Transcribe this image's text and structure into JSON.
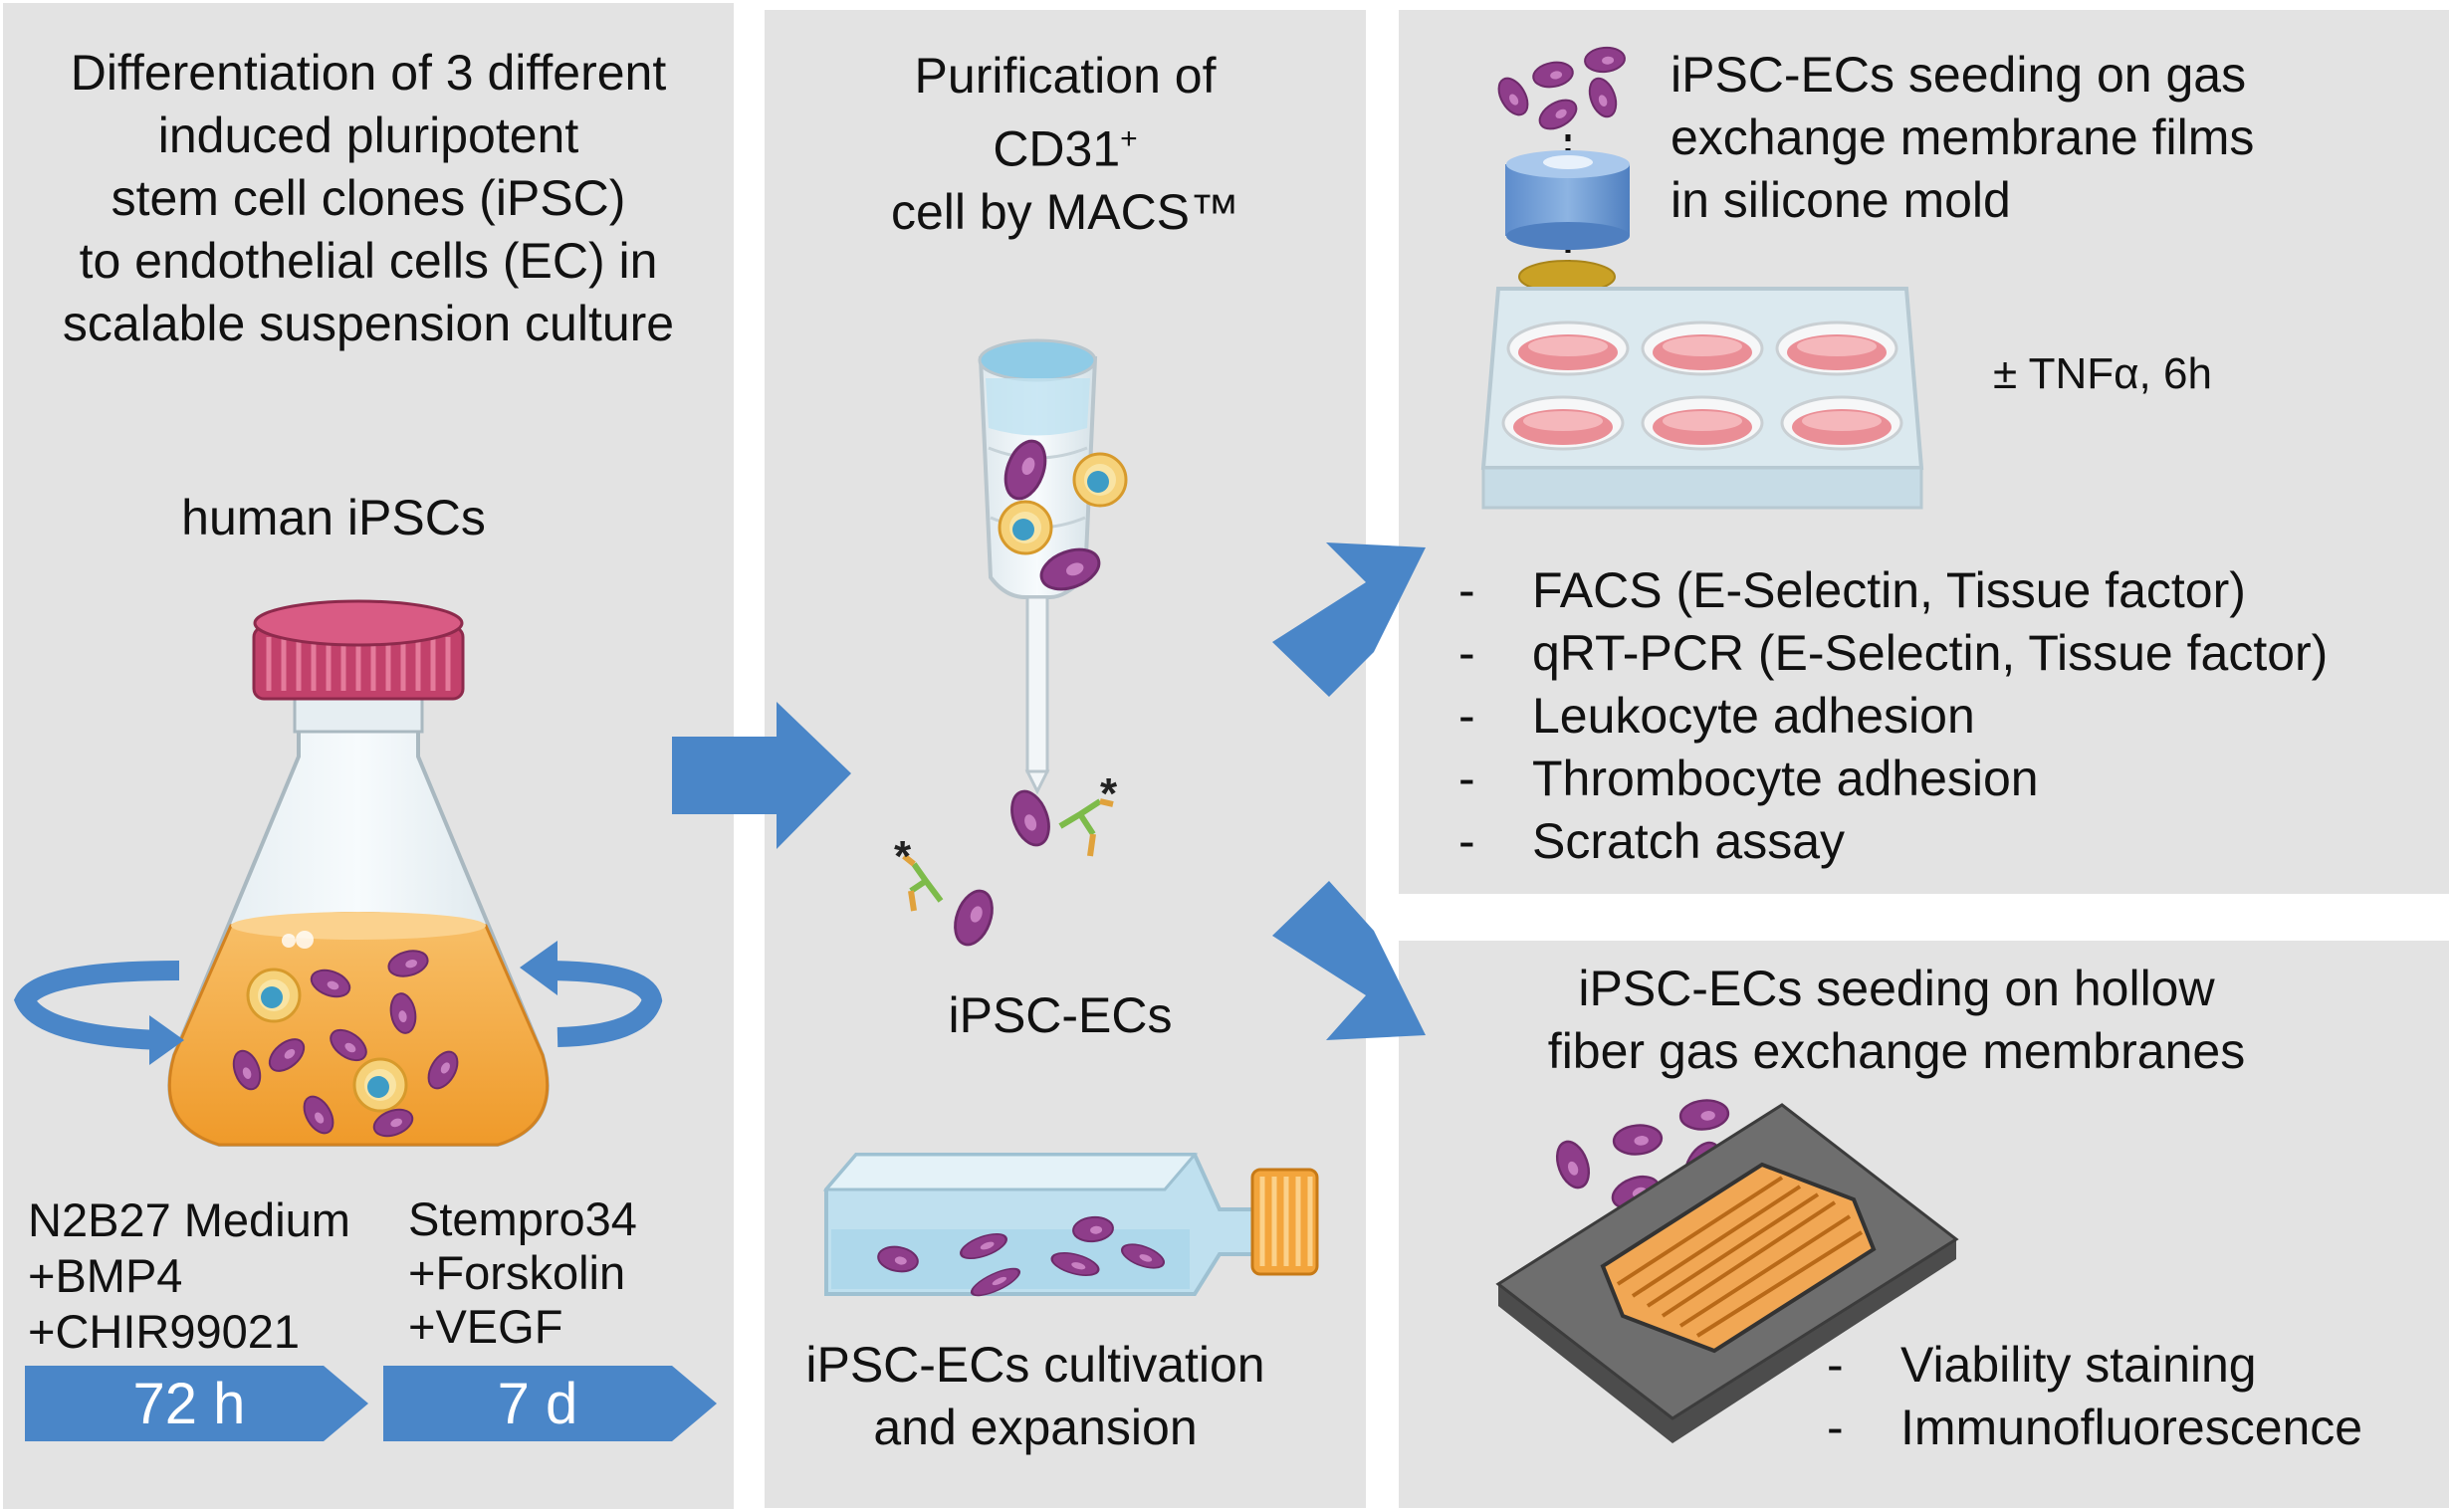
{
  "panel1": {
    "title_lines": [
      "Differentiation of 3 different",
      "induced pluripotent",
      "stem cell clones (iPSC)",
      "to endothelial cells (EC) in",
      "scalable  suspension culture"
    ],
    "subtitle": "human iPSCs",
    "medium1": [
      "N2B27  Medium",
      "+BMP4",
      "+CHIR99021"
    ],
    "medium2": [
      "Stempro34",
      "+Forskolin",
      "+VEGF"
    ],
    "timeline": [
      "72 h",
      "7 d"
    ]
  },
  "panel2": {
    "title_line1": "Purification of",
    "title_line2_main": "CD31",
    "title_line2_sup": "+",
    "title_line3": "cell by MACS™",
    "label_ecs": "iPSC-ECs",
    "cultivation_lines": [
      "iPSC-ECs cultivation",
      "and expansion"
    ]
  },
  "panel3": {
    "title_lines": [
      "iPSC-ECs seeding on gas",
      "exchange membrane films",
      "in silicone mold"
    ],
    "treatment": "± TNFα, 6h",
    "assays": [
      "FACS (E-Selectin, Tissue factor)",
      "qRT-PCR (E-Selectin, Tissue factor)",
      "Leukocyte adhesion",
      "Thrombocyte adhesion",
      "Scratch assay"
    ]
  },
  "panel4": {
    "title_lines": [
      "iPSC-ECs seeding on hollow",
      "fiber gas exchange membranes"
    ],
    "assays": [
      "Viability staining",
      "Immunofluorescence"
    ]
  },
  "list_marker": "-",
  "colors": {
    "panel_bg": "#e3e3e3",
    "arrow_blue": "#4a86c8",
    "cell_purple": "#8e3d8a",
    "medium_orange": "#f3a53c",
    "cap_pink": "#c2416b"
  }
}
